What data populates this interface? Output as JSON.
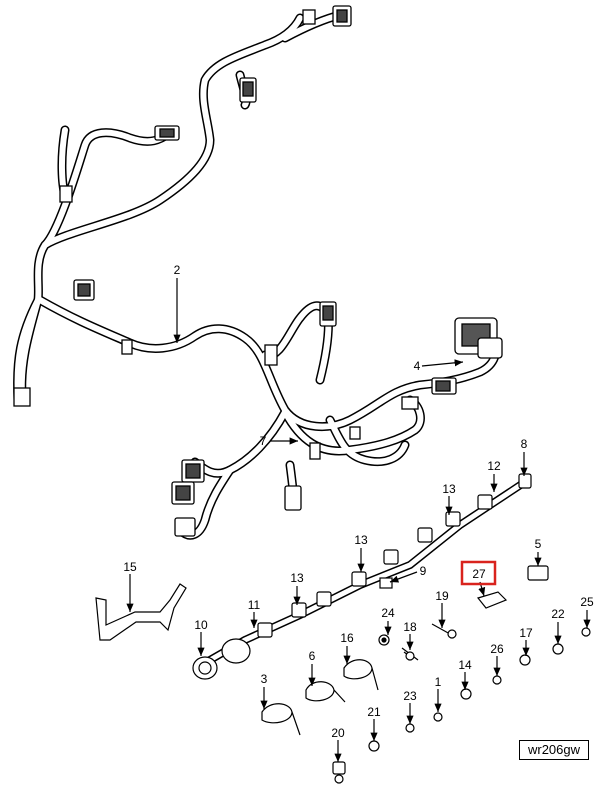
{
  "diagram": {
    "callouts": [
      "1",
      "2",
      "3",
      "4",
      "5",
      "6",
      "7",
      "8",
      "9",
      "10",
      "11",
      "12",
      "13",
      "13",
      "13",
      "14",
      "15",
      "16",
      "17",
      "18",
      "19",
      "20",
      "21",
      "22",
      "23",
      "24",
      "25",
      "26",
      "27"
    ],
    "highlighted_callout": "27",
    "highlight_color": "#d9231d",
    "reference_code": "wr206gw"
  }
}
